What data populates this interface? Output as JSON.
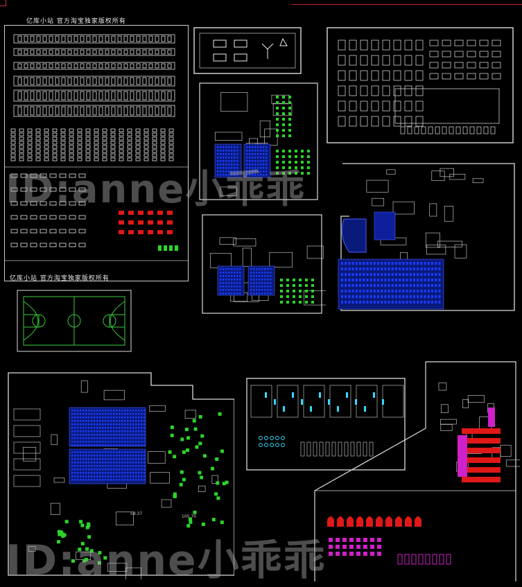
{
  "sheet": {
    "header_caption": "亿库小站 官方淘宝独家版权所有",
    "mid_caption": "亿库小站 官方淘宝独家版权所有"
  },
  "watermark": {
    "top": "ID:anne小乖乖",
    "bottom": "ID:anne小乖乖"
  },
  "labels": {
    "room_a": "58.37",
    "room_b": "105.70"
  },
  "colors": {
    "background": "#000000",
    "lines": "#ffffff",
    "seats_blue": "#1a3cff",
    "plants_green": "#2bd42b",
    "furniture_red": "#e01818",
    "furniture_magenta": "#d020c8",
    "fixtures_cyan": "#38d8ff",
    "court_green": "#39c93c"
  }
}
